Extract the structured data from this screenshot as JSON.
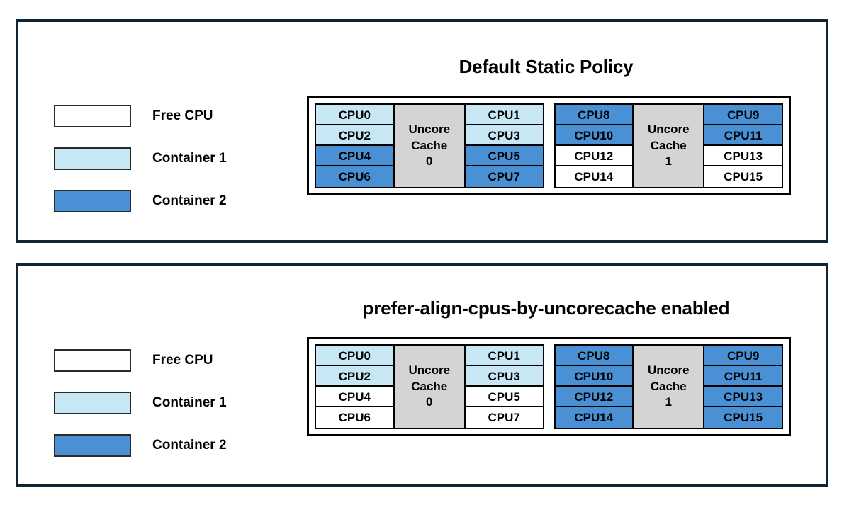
{
  "colors": {
    "free_cpu": "#ffffff",
    "container_1": "#c8e7f5",
    "container_2": "#4a90d4",
    "uncore_cache": "#d5d4d3",
    "panel_border": "#0c2433",
    "cell_border": "#000000"
  },
  "legend_items": [
    {
      "label": "Free CPU",
      "fill": "free"
    },
    {
      "label": "Container 1",
      "fill": "c1"
    },
    {
      "label": "Container 2",
      "fill": "c2"
    }
  ],
  "panels": [
    {
      "id": "default-static-policy",
      "title": "Default Static Policy",
      "legend": [
        {
          "label": "Free CPU",
          "fill": "free"
        },
        {
          "label": "Container 1",
          "fill": "c1"
        },
        {
          "label": "Container 2",
          "fill": "c2"
        }
      ],
      "sockets": [
        {
          "cache_label_lines": [
            "Uncore",
            "Cache",
            "0"
          ],
          "cache_name": "Uncore Cache 0",
          "left_column": [
            {
              "label": "CPU0",
              "fill": "c1"
            },
            {
              "label": "CPU2",
              "fill": "c1"
            },
            {
              "label": "CPU4",
              "fill": "c2"
            },
            {
              "label": "CPU6",
              "fill": "c2"
            }
          ],
          "right_column": [
            {
              "label": "CPU1",
              "fill": "c1"
            },
            {
              "label": "CPU3",
              "fill": "c1"
            },
            {
              "label": "CPU5",
              "fill": "c2"
            },
            {
              "label": "CPU7",
              "fill": "c2"
            }
          ]
        },
        {
          "cache_label_lines": [
            "Uncore",
            "Cache",
            "1"
          ],
          "cache_name": "Uncore Cache 1",
          "left_column": [
            {
              "label": "CPU8",
              "fill": "c2"
            },
            {
              "label": "CPU10",
              "fill": "c2"
            },
            {
              "label": "CPU12",
              "fill": "free"
            },
            {
              "label": "CPU14",
              "fill": "free"
            }
          ],
          "right_column": [
            {
              "label": "CPU9",
              "fill": "c2"
            },
            {
              "label": "CPU11",
              "fill": "c2"
            },
            {
              "label": "CPU13",
              "fill": "free"
            },
            {
              "label": "CPU15",
              "fill": "free"
            }
          ]
        }
      ]
    },
    {
      "id": "prefer-align-cpus-by-uncorecache",
      "title": "prefer-align-cpus-by-uncorecache enabled",
      "legend": [
        {
          "label": "Free CPU",
          "fill": "free"
        },
        {
          "label": "Container 1",
          "fill": "c1"
        },
        {
          "label": "Container 2",
          "fill": "c2"
        }
      ],
      "sockets": [
        {
          "cache_label_lines": [
            "Uncore",
            "Cache",
            "0"
          ],
          "cache_name": "Uncore Cache 0",
          "left_column": [
            {
              "label": "CPU0",
              "fill": "c1"
            },
            {
              "label": "CPU2",
              "fill": "c1"
            },
            {
              "label": "CPU4",
              "fill": "free"
            },
            {
              "label": "CPU6",
              "fill": "free"
            }
          ],
          "right_column": [
            {
              "label": "CPU1",
              "fill": "c1"
            },
            {
              "label": "CPU3",
              "fill": "c1"
            },
            {
              "label": "CPU5",
              "fill": "free"
            },
            {
              "label": "CPU7",
              "fill": "free"
            }
          ]
        },
        {
          "cache_label_lines": [
            "Uncore",
            "Cache",
            "1"
          ],
          "cache_name": "Uncore Cache 1",
          "left_column": [
            {
              "label": "CPU8",
              "fill": "c2"
            },
            {
              "label": "CPU10",
              "fill": "c2"
            },
            {
              "label": "CPU12",
              "fill": "c2"
            },
            {
              "label": "CPU14",
              "fill": "c2"
            }
          ],
          "right_column": [
            {
              "label": "CPU9",
              "fill": "c2"
            },
            {
              "label": "CPU11",
              "fill": "c2"
            },
            {
              "label": "CPU13",
              "fill": "c2"
            },
            {
              "label": "CPU15",
              "fill": "c2"
            }
          ]
        }
      ]
    }
  ]
}
